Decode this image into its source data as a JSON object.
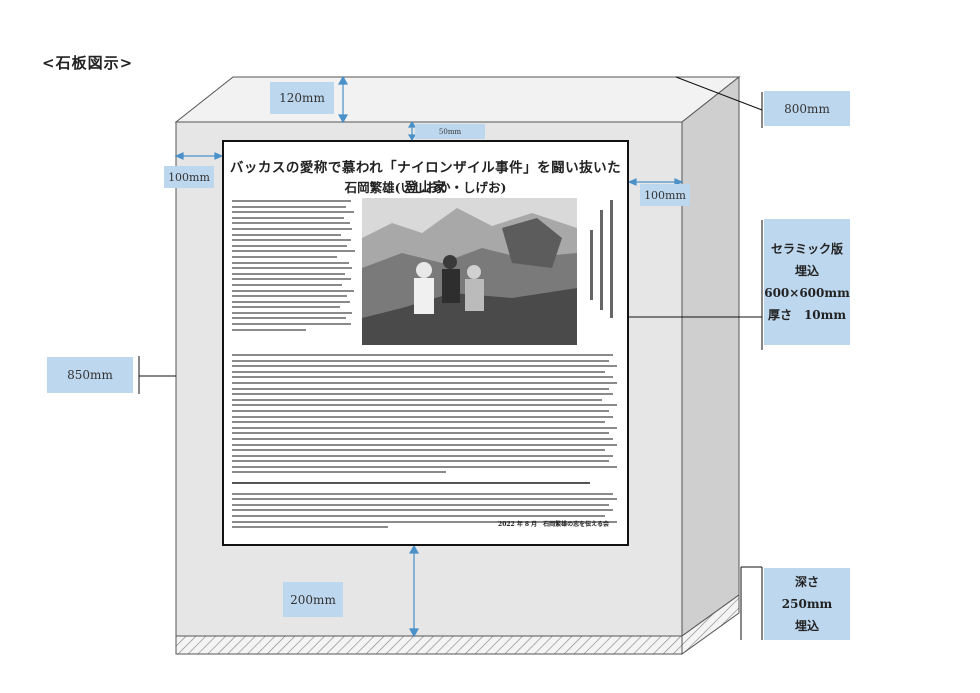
{
  "diagram": {
    "title": "<石板図示>"
  },
  "dimensions": {
    "top_thickness": "120mm",
    "width": "800mm",
    "panel_top_margin": "50mm",
    "left_margin": "100mm",
    "right_margin": "100mm",
    "height": "850mm",
    "bottom_margin": "200mm"
  },
  "ceramic_panel": {
    "lines": [
      "セラミック版",
      "埋込",
      "600×600mm",
      "厚さ　10mm"
    ]
  },
  "depth": {
    "lines": [
      "深さ",
      "250mm",
      "埋込"
    ]
  },
  "plaque": {
    "title": "バッカスの愛称で慕われ「ナイロンザイル事件」を闘い抜いた登山家",
    "subtitle": "石岡繁雄(いしおか・しげお)",
    "signature": "2022 年 8 月　石岡繁雄の志を伝える会"
  },
  "colors": {
    "label_fill": "#bdd7ee",
    "stone_front": "#e6e6e6",
    "stone_side": "#cfcfcf",
    "stone_top": "#f2f2f2"
  }
}
